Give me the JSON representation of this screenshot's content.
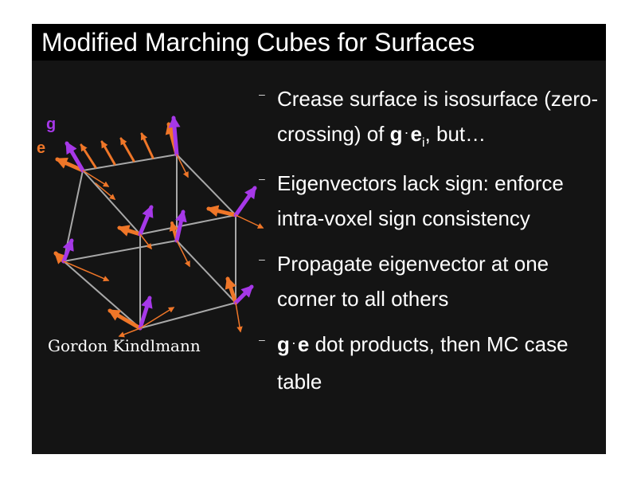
{
  "slide": {
    "title": "Modified Marching Cubes for Surfaces",
    "credit": "Gordon Kindlmann"
  },
  "figure": {
    "label_g": "g",
    "label_e": "e",
    "colors": {
      "g": "#a638e8",
      "e": "#ef7628",
      "edge": "#a8a8a8"
    }
  },
  "bullets": {
    "b1_a": "Crease surface is isosurface (zero-crossing) of ",
    "b1_g": "g",
    "b1_dot": "·",
    "b1_e": "e",
    "b1_sub": "i",
    "b1_b": ", but…",
    "b2": "Eigenvectors lack sign: enforce intra-voxel sign consistency",
    "b3": "Propagate eigenvector at one corner to all others",
    "b4_g": "g",
    "b4_dot": "·",
    "b4_e": "e",
    "b4_rest": " dot products, then MC case table"
  }
}
